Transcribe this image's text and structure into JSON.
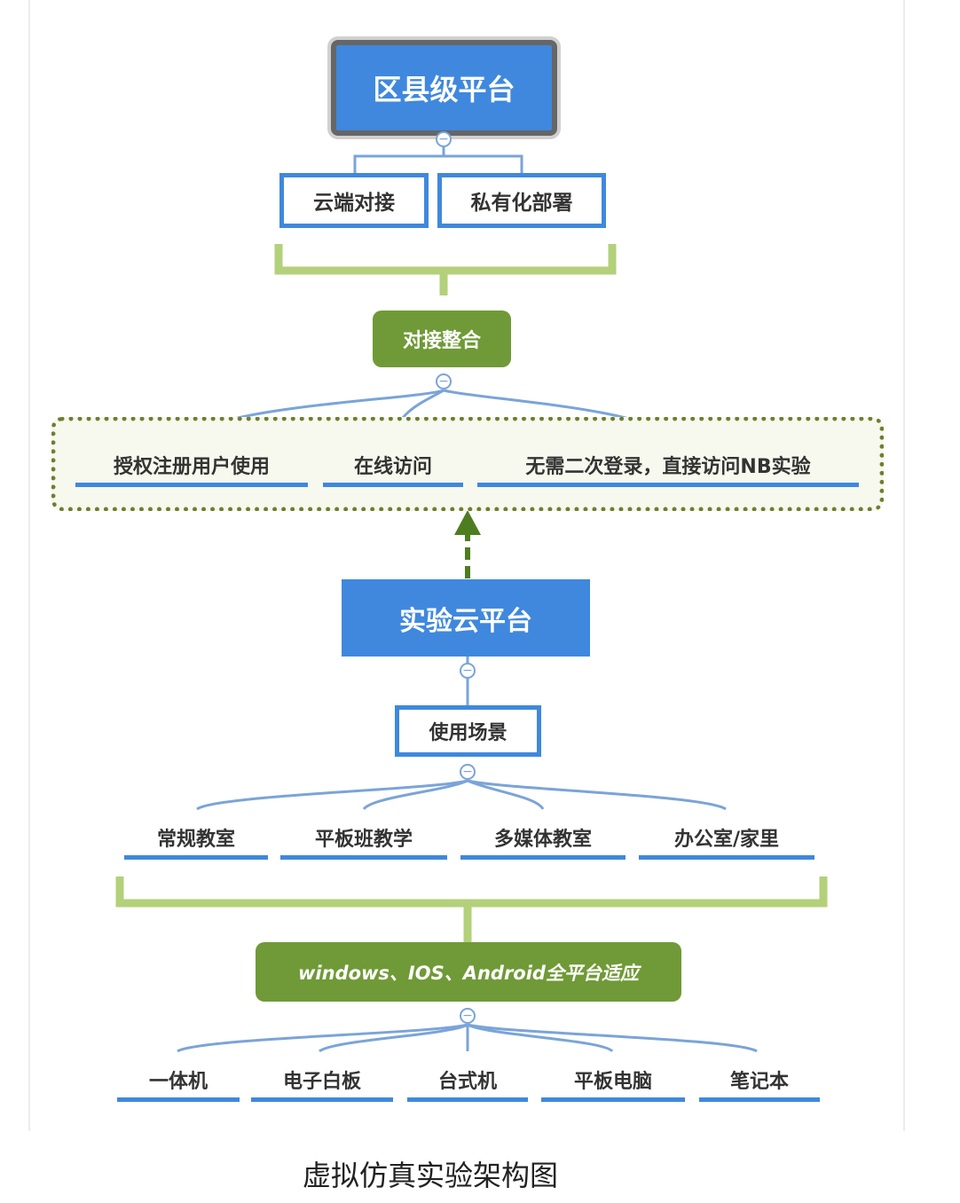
{
  "diagram": {
    "root": "区县级平台",
    "deploy_modes": [
      "云端对接",
      "私有化部署"
    ],
    "integration": "对接整合",
    "access_features": [
      "授权注册用户使用",
      "在线访问",
      "无需二次登录，直接访问NB实验"
    ],
    "platform": "实验云平台",
    "scenario_group": "使用场景",
    "scenarios": [
      "常规教室",
      "平板班教学",
      "多媒体教室",
      "办公室/家里"
    ],
    "compat": "windows、IOS、Android全平台适应",
    "devices": [
      "一体机",
      "电子白板",
      "台式机",
      "平板电脑",
      "笔记本"
    ]
  },
  "caption": "虚拟仿真实验架构图",
  "colors": {
    "blue": "#3f88de",
    "green": "#6f9a37",
    "light_green": "#b3d07a",
    "dotted_border": "#6d7f2e",
    "connector": "#7aa4d8"
  }
}
